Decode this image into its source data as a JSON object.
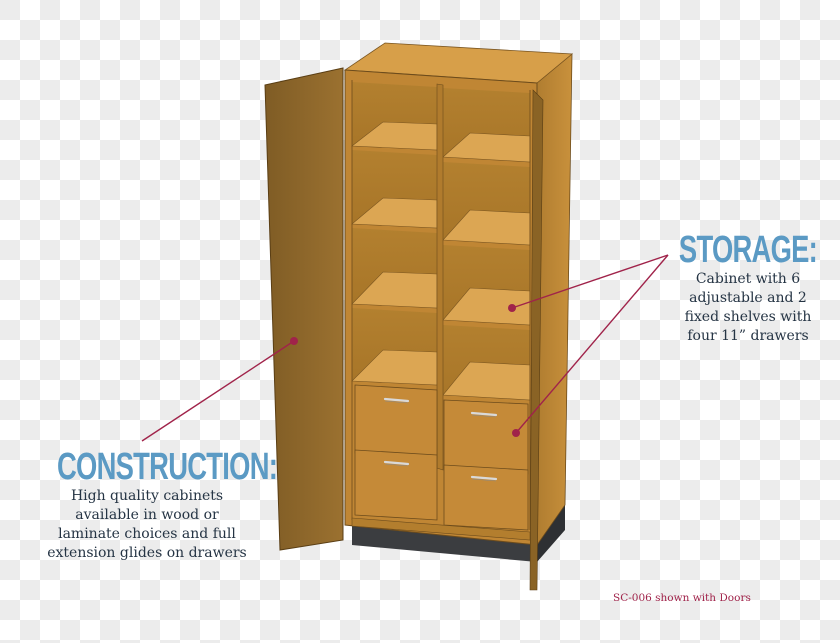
{
  "product": {
    "name": "Storage cabinet",
    "shelf_layout": "2 columns x 4 open shelf bays over 2x2 drawers",
    "door_state": "left door open"
  },
  "callouts": {
    "storage": {
      "heading": "STORAGE:",
      "lines": [
        "Cabinet with 6",
        "adjustable and 2",
        "fixed shelves with",
        "four 11” drawers"
      ]
    },
    "construction": {
      "heading": "CONSTRUCTION:",
      "lines": [
        "High quality cabinets",
        "available in wood or",
        "laminate choices and full",
        "extension glides on drawers"
      ]
    }
  },
  "caption": "SC-006 shown with Doors",
  "colors": {
    "heading": "#5b9ac4",
    "body_text": "#253444",
    "leader": "#a0234a",
    "wood_light": "#d9a24c",
    "wood_mid": "#b8832f",
    "wood_dark": "#8a6325",
    "base": "#3b3d40"
  }
}
